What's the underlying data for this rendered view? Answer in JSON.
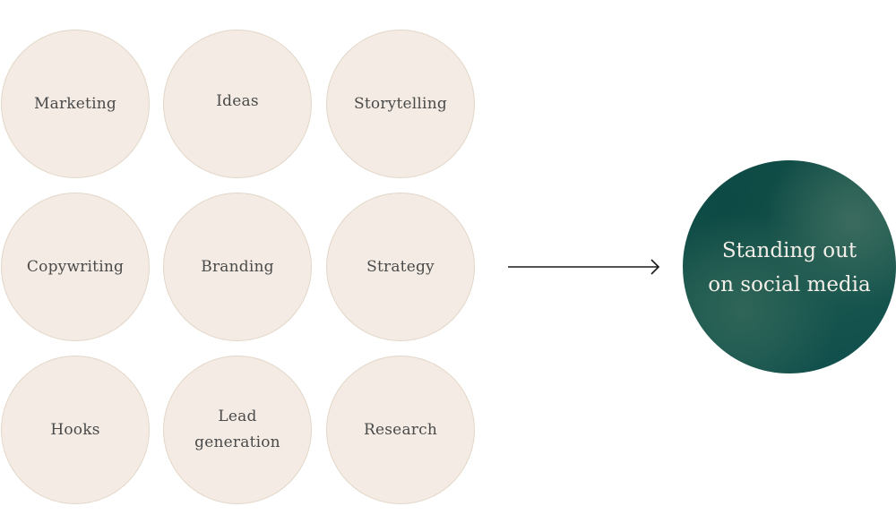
{
  "inputs": [
    {
      "lines": [
        "Marketing"
      ]
    },
    {
      "lines": [
        "Ideas"
      ]
    },
    {
      "lines": [
        "Storytelling"
      ]
    },
    {
      "lines": [
        "Copywriting"
      ]
    },
    {
      "lines": [
        "Branding"
      ]
    },
    {
      "lines": [
        "Strategy"
      ]
    },
    {
      "lines": [
        "Hooks"
      ]
    },
    {
      "lines": [
        "Lead",
        "generation"
      ]
    },
    {
      "lines": [
        "Research"
      ]
    }
  ],
  "result": {
    "lines": [
      "Standing out",
      "on social media"
    ]
  },
  "colors": {
    "input_fill": "#f4ece4",
    "input_border": "#e2d6c8",
    "input_text": "#4a4a4a",
    "result_fill": "#114b47",
    "result_text": "#f3efe8",
    "arrow": "#1a1a1a"
  }
}
